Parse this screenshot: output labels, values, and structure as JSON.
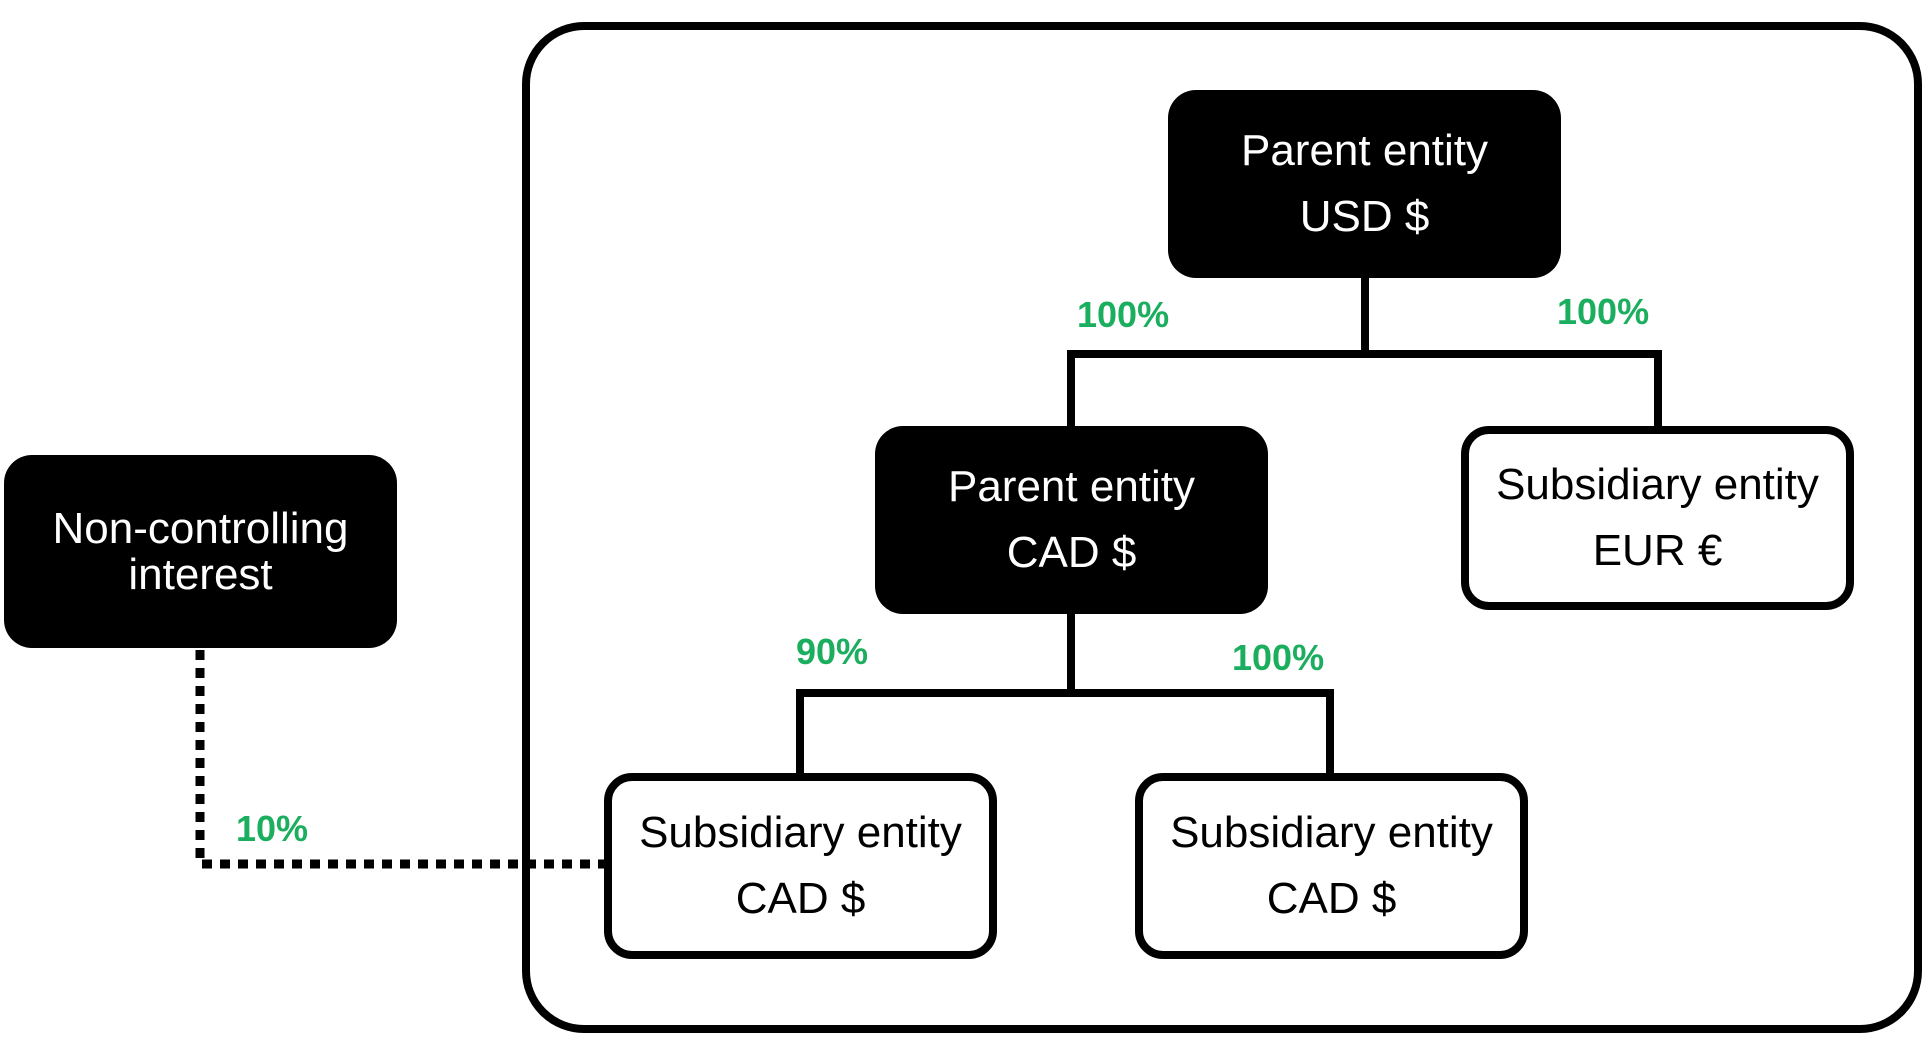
{
  "colors": {
    "entity_dark": "#000000",
    "entity_light": "#ffffff",
    "ownership_percent": "#1aae5e"
  },
  "entities": {
    "top_parent": {
      "name": "Parent entity",
      "currency": "USD $"
    },
    "mid_parent": {
      "name": "Parent entity",
      "currency": "CAD $"
    },
    "sub_eur": {
      "name": "Subsidiary entity",
      "currency": "EUR €"
    },
    "sub_cad_left": {
      "name": "Subsidiary entity",
      "currency": "CAD $"
    },
    "sub_cad_right": {
      "name": "Subsidiary entity",
      "currency": "CAD $"
    },
    "non_controlling": {
      "line1": "Non-controlling",
      "line2": "interest"
    }
  },
  "ownership": {
    "top_to_mid_parent": "100%",
    "top_to_sub_eur": "100%",
    "mid_to_sub_cad_left": "90%",
    "mid_to_sub_cad_right": "100%",
    "nci_to_sub_cad_left": "10%"
  }
}
